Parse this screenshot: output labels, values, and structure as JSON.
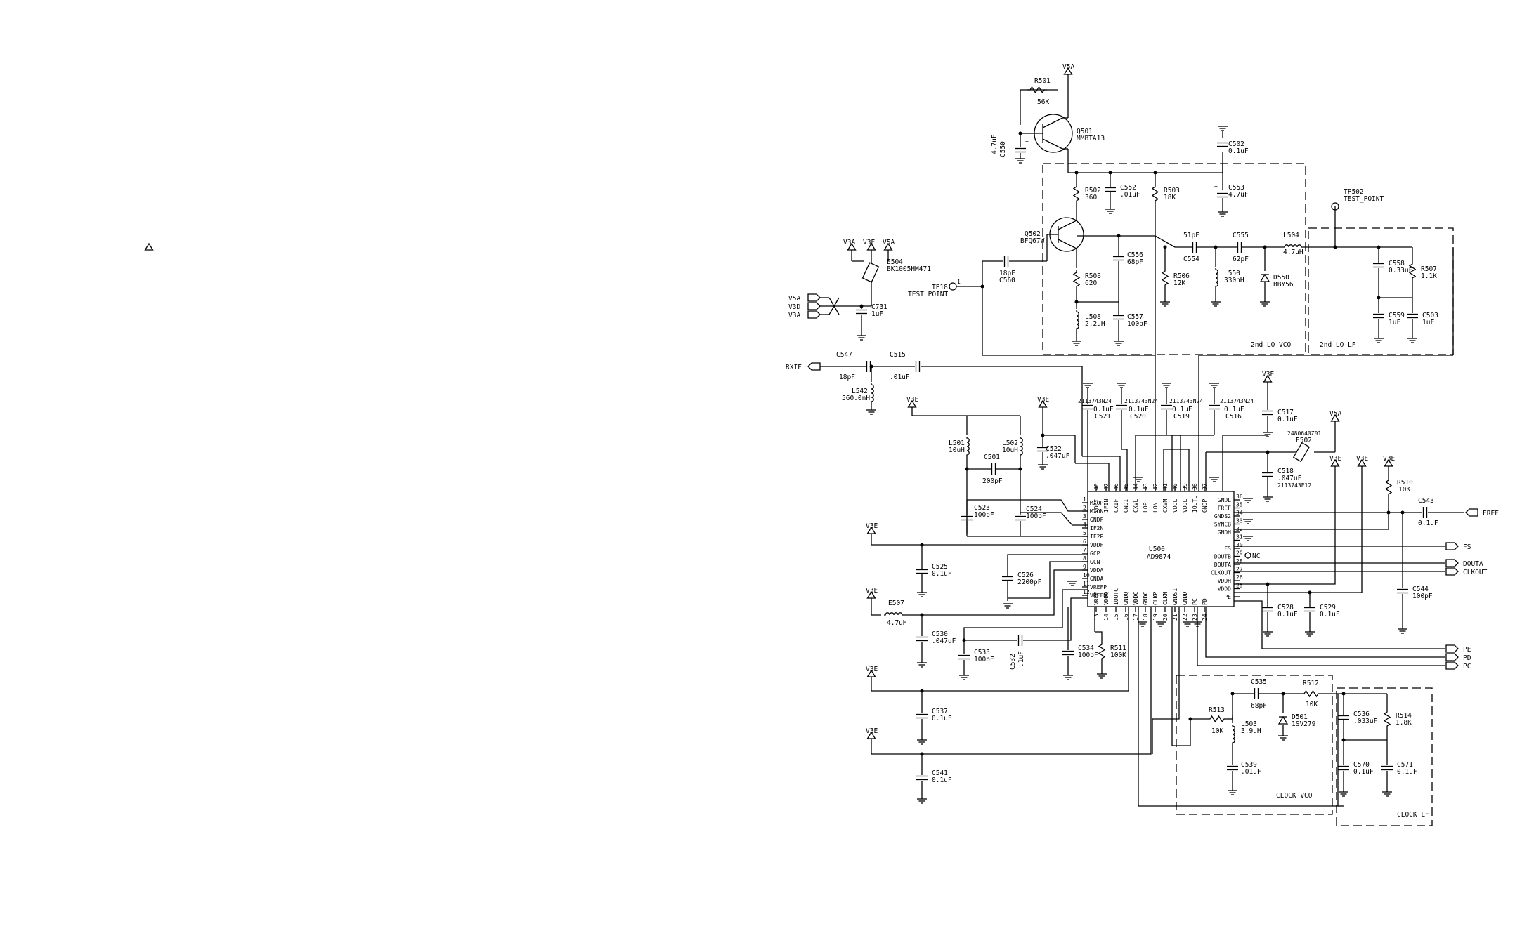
{
  "schematic": {
    "blocks": {
      "lo_vco": "2nd LO VCO",
      "lo_lf": "2nd LO LF",
      "clock_vco": "CLOCK VCO",
      "clock_lf": "CLOCK LF"
    },
    "ic": {
      "ref": "U500",
      "part": "AD9874",
      "left_pins": [
        {
          "num": "1",
          "name": "MXOP"
        },
        {
          "num": "2",
          "name": "MXON"
        },
        {
          "num": "3",
          "name": "GNDF"
        },
        {
          "num": "4",
          "name": "IF2N"
        },
        {
          "num": "5",
          "name": "IF2P"
        },
        {
          "num": "6",
          "name": "VDDF"
        },
        {
          "num": "7",
          "name": "GCP"
        },
        {
          "num": "8",
          "name": "GCN"
        },
        {
          "num": "9",
          "name": "VDDA"
        },
        {
          "num": "10",
          "name": "GNDA"
        },
        {
          "num": "11",
          "name": "VREFP"
        },
        {
          "num": "12",
          "name": "VREFN"
        }
      ],
      "right_pins": [
        {
          "num": "36",
          "name": "GNDL"
        },
        {
          "num": "35",
          "name": "FREF"
        },
        {
          "num": "34",
          "name": "GNDS2"
        },
        {
          "num": "33",
          "name": "SYNCB"
        },
        {
          "num": "32",
          "name": "GNDH"
        },
        {
          "num": "31",
          "name": ""
        },
        {
          "num": "30",
          "name": "FS"
        },
        {
          "num": "29",
          "name": "DOUTB"
        },
        {
          "num": "28",
          "name": "DOUTA"
        },
        {
          "num": "27",
          "name": "CLKOUT"
        },
        {
          "num": "26",
          "name": "VDDH"
        },
        {
          "num": "25",
          "name": "VDDD"
        },
        {
          "num": "",
          "name": "PE"
        }
      ],
      "top_pins": [
        {
          "num": "48",
          "name": "VDDI"
        },
        {
          "num": "47",
          "name": "IFIN"
        },
        {
          "num": "46",
          "name": "CXIF"
        },
        {
          "num": "45",
          "name": "GNDI"
        },
        {
          "num": "44",
          "name": "CXVL"
        },
        {
          "num": "43",
          "name": "LOP"
        },
        {
          "num": "42",
          "name": "LON"
        },
        {
          "num": "41",
          "name": "CXVM"
        },
        {
          "num": "40",
          "name": "VDDL"
        },
        {
          "num": "39",
          "name": "VDDL"
        },
        {
          "num": "38",
          "name": "IOUTL"
        },
        {
          "num": "37",
          "name": "GNDP"
        }
      ],
      "bottom_pins": [
        {
          "num": "13",
          "name": "VREF"
        },
        {
          "num": "14",
          "name": "VDDQ"
        },
        {
          "num": "15",
          "name": "IOUTC"
        },
        {
          "num": "16",
          "name": "GNDQ"
        },
        {
          "num": "17",
          "name": "VDDC"
        },
        {
          "num": "18",
          "name": "GNDC"
        },
        {
          "num": "19",
          "name": "CLKP"
        },
        {
          "num": "20",
          "name": "CLKN"
        },
        {
          "num": "21",
          "name": "GNDS1"
        },
        {
          "num": "22",
          "name": "GNDD"
        },
        {
          "num": "23",
          "name": "PC"
        },
        {
          "num": "24",
          "name": "PD"
        }
      ],
      "nc_label": "NC"
    },
    "rails": {
      "v5a": "V5A",
      "v3e": "V3E",
      "v3a": "V3A",
      "v3d": "V3D"
    },
    "ports": {
      "rxif": "RXIF",
      "fref": "FREF",
      "fs": "FS",
      "douta": "DOUTA",
      "clkout": "CLKOUT",
      "pe": "PE",
      "pd": "PD",
      "pc": "PC"
    },
    "test_points": [
      {
        "ref": "TP18",
        "label": "TEST_POINT",
        "pin": "1"
      },
      {
        "ref": "TP502",
        "label": "TEST_POINT"
      }
    ],
    "parts": {
      "r501": {
        "ref": "R501",
        "val": "56K"
      },
      "q501": {
        "ref": "Q501",
        "val": "MMBTA13"
      },
      "c550": {
        "ref": "C550",
        "val": "4.7uF"
      },
      "c502": {
        "ref": "C502",
        "val": "0.1uF"
      },
      "r502": {
        "ref": "R502",
        "val": "360"
      },
      "c552": {
        "ref": "C552",
        "val": ".01uF"
      },
      "r503": {
        "ref": "R503",
        "val": "18K"
      },
      "c553": {
        "ref": "C553",
        "val": "4.7uF"
      },
      "q502": {
        "ref": "Q502",
        "val": "BFQ67W"
      },
      "c554": {
        "ref": "C554",
        "val": "51pF"
      },
      "c555": {
        "ref": "C555",
        "val": "62pF"
      },
      "l504": {
        "ref": "L504",
        "val": "4.7uH"
      },
      "c556": {
        "ref": "C556",
        "val": "68pF"
      },
      "r508": {
        "ref": "R508",
        "val": "620"
      },
      "r506": {
        "ref": "R506",
        "val": "12K"
      },
      "l550": {
        "ref": "L550",
        "val": "330nH"
      },
      "d550": {
        "ref": "D550",
        "val": "BBY56"
      },
      "c558": {
        "ref": "C558",
        "val": "0.33uF"
      },
      "r507": {
        "ref": "R507",
        "val": "1.1K"
      },
      "c559": {
        "ref": "C559",
        "val": "1uF"
      },
      "c503": {
        "ref": "C503",
        "val": "1uF"
      },
      "c560": {
        "ref": "C560",
        "val": "18pF"
      },
      "l508": {
        "ref": "L508",
        "val": "2.2uH"
      },
      "c557": {
        "ref": "C557",
        "val": "100pF"
      },
      "e504": {
        "ref": "E504",
        "val": "BK1005HM471"
      },
      "c731": {
        "ref": "C731",
        "val": "1uF"
      },
      "c547": {
        "ref": "C547",
        "val": "18pF"
      },
      "c515": {
        "ref": "C515",
        "val": ".01uF"
      },
      "l542": {
        "ref": "L542",
        "val": "560.0nH"
      },
      "c521": {
        "ref": "C521",
        "val": "0.1uF",
        "pn": "2113743N24"
      },
      "c520": {
        "ref": "C520",
        "val": "0.1uF",
        "pn": "2113743N24"
      },
      "c519": {
        "ref": "C519",
        "val": "0.1uF",
        "pn": "2113743N24"
      },
      "c516": {
        "ref": "C516",
        "val": "0.1uF",
        "pn": "2113743N24"
      },
      "c517": {
        "ref": "C517",
        "val": "0.1uF"
      },
      "e502": {
        "ref": "E502",
        "val": "2480640Z01"
      },
      "c518": {
        "ref": "C518",
        "val": ".047uF",
        "pn": "2113743E12"
      },
      "l501": {
        "ref": "L501",
        "val": "10uH"
      },
      "l502": {
        "ref": "L502",
        "val": "10uH"
      },
      "c522": {
        "ref": "C522",
        "val": ".047uF"
      },
      "c501": {
        "ref": "C501",
        "val": "200pF"
      },
      "c523": {
        "ref": "C523",
        "val": "100pF"
      },
      "c524": {
        "ref": "C524",
        "val": "100pF"
      },
      "r510": {
        "ref": "R510",
        "val": "10K"
      },
      "c543": {
        "ref": "C543",
        "val": "0.1uF"
      },
      "c544": {
        "ref": "C544",
        "val": "100pF"
      },
      "c525": {
        "ref": "C525",
        "val": "0.1uF"
      },
      "c526": {
        "ref": "C526",
        "val": "2200pF"
      },
      "e507": {
        "ref": "E507",
        "val": "4.7uH"
      },
      "c530": {
        "ref": "C530",
        "val": ".047uF"
      },
      "c533": {
        "ref": "C533",
        "val": "100pF"
      },
      "c532": {
        "ref": "C532",
        "val": ".1uF"
      },
      "c534": {
        "ref": "C534",
        "val": "100pF"
      },
      "r511": {
        "ref": "R511",
        "val": "100K"
      },
      "c528": {
        "ref": "C528",
        "val": "0.1uF"
      },
      "c529": {
        "ref": "C529",
        "val": "0.1uF"
      },
      "c537": {
        "ref": "C537",
        "val": "0.1uF"
      },
      "c541": {
        "ref": "C541",
        "val": "0.1uF"
      },
      "c535": {
        "ref": "C535",
        "val": "68pF"
      },
      "r512": {
        "ref": "R512",
        "val": "10K"
      },
      "r513": {
        "ref": "R513",
        "val": "10K"
      },
      "l503": {
        "ref": "L503",
        "val": "3.9uH"
      },
      "d501": {
        "ref": "D501",
        "val": "1SV279"
      },
      "c539": {
        "ref": "C539",
        "val": ".01uF"
      },
      "c536": {
        "ref": "C536",
        "val": ".033uF"
      },
      "r514": {
        "ref": "R514",
        "val": "1.8K"
      },
      "c570": {
        "ref": "C570",
        "val": "0.1uF"
      },
      "c571": {
        "ref": "C571",
        "val": "0.1uF"
      }
    }
  }
}
